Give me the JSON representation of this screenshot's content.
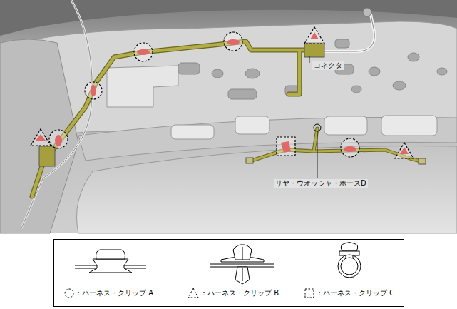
{
  "diagram": {
    "labels": [
      "コネクタ",
      "リヤ・ウオッシャ・ホースD"
    ],
    "legend": [
      {
        "text": "：ハーネス・クリップ A"
      },
      {
        "text": "：ハーネス・クリップ B"
      },
      {
        "text": "：ハーネス・クリップ C"
      }
    ]
  }
}
